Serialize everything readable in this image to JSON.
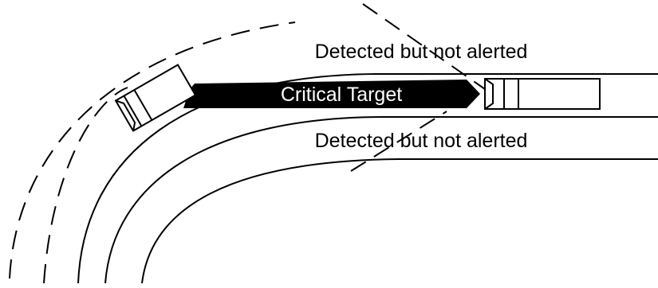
{
  "labels": {
    "detected_top": "Detected but not alerted",
    "critical_target": "Critical Target",
    "detected_bottom": "Detected but not alerted"
  },
  "colors": {
    "ink": "#000000",
    "paper": "#ffffff"
  }
}
